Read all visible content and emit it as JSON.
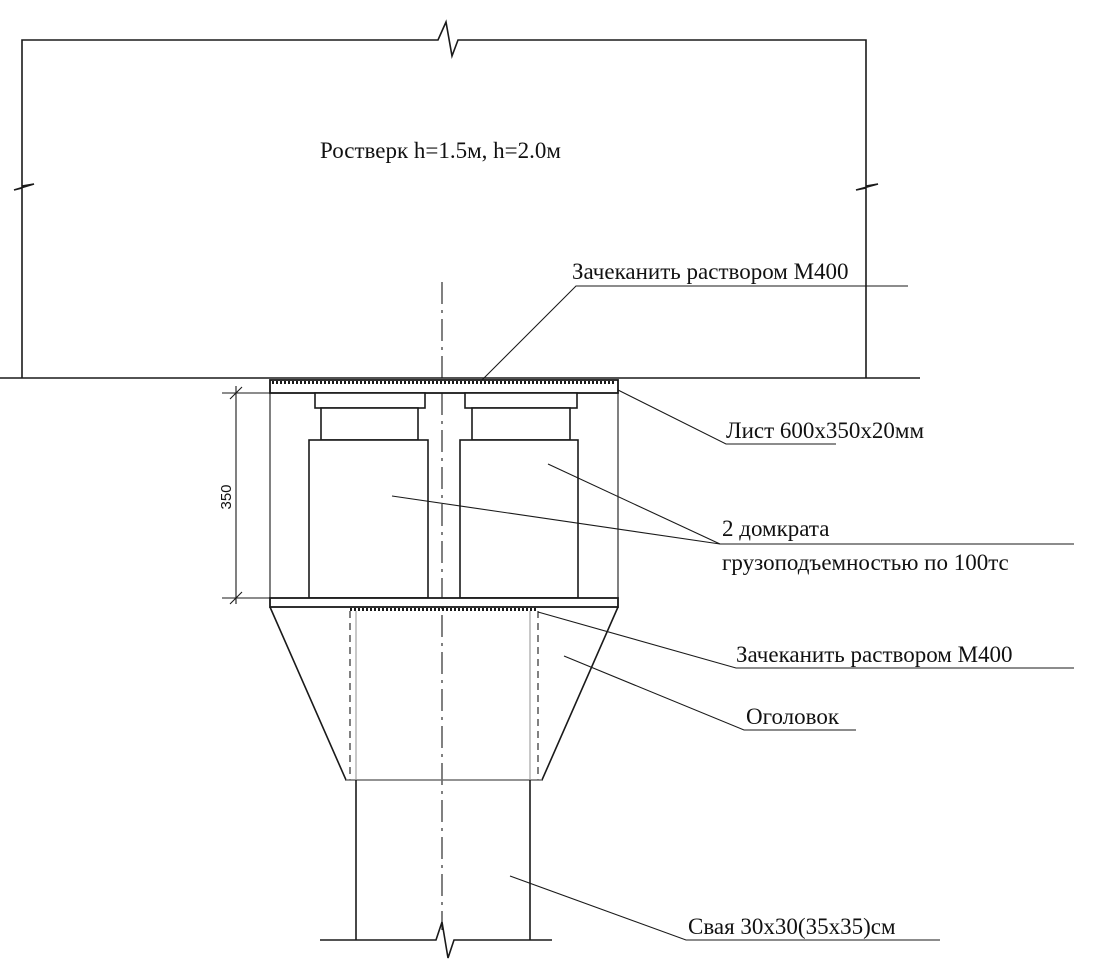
{
  "labels": {
    "grillage": "Ростверк h=1.5м, h=2.0м",
    "caulk_top": "Зачеканить раствором М400",
    "sheet": "Лист 600х350х20мм",
    "jacks_line1": "2 домкрата",
    "jacks_line2": "грузоподъемностью по 100тс",
    "caulk_bottom": "Зачеканить раствором М400",
    "pile_cap": "Оголовок",
    "pile": "Свая 30х30(35х35)см"
  },
  "dimensions": {
    "jack_height": "350"
  }
}
